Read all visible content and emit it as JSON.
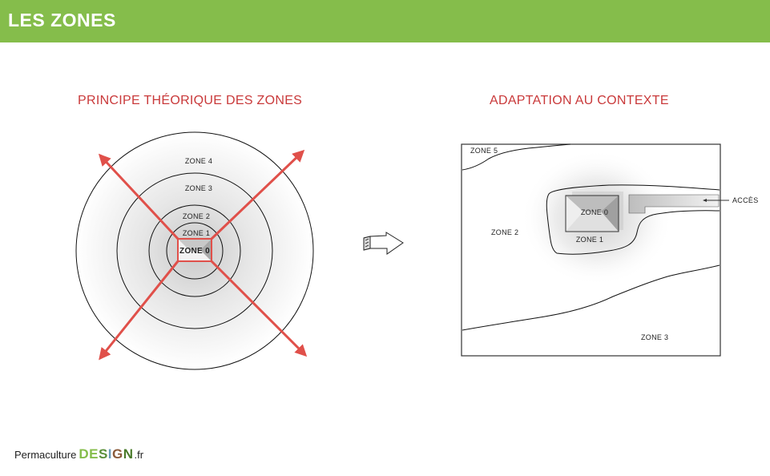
{
  "header": {
    "title": "LES ZONES",
    "background_color": "#85bd4b"
  },
  "left_panel": {
    "title": "PRINCIPE THÉORIQUE DES ZONES",
    "title_color": "#c9393a",
    "zones": [
      {
        "label": "ZONE 0"
      },
      {
        "label": "ZONE 1"
      },
      {
        "label": "ZONE 2"
      },
      {
        "label": "ZONE 3"
      },
      {
        "label": "ZONE 4"
      }
    ],
    "arrow_color": "#e0504a"
  },
  "transition_arrow": {
    "icon": "arrow-right-icon"
  },
  "right_panel": {
    "title": "ADAPTATION AU CONTEXTE",
    "title_color": "#c9393a",
    "zones": [
      {
        "label": "ZONE 0"
      },
      {
        "label": "ZONE 1"
      },
      {
        "label": "ZONE 2"
      },
      {
        "label": "ZONE 3"
      },
      {
        "label": "ZONE 5"
      }
    ],
    "access_label": "ACCÈS"
  },
  "footer": {
    "logo_prefix": "Permaculture",
    "logo_design_letters": [
      "D",
      "E",
      "S",
      "I",
      "G",
      "N"
    ],
    "logo_suffix": ".fr"
  }
}
